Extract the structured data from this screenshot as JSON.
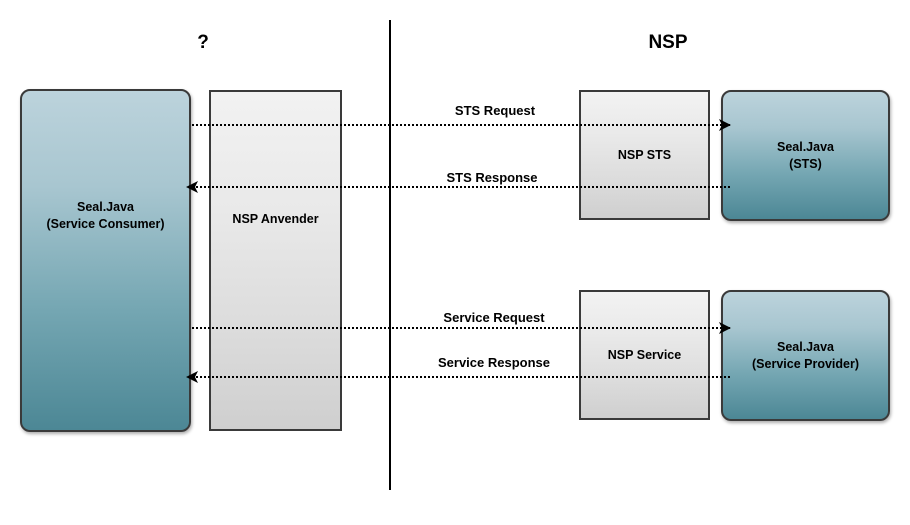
{
  "diagram": {
    "title_left": "?",
    "title_right": "NSP",
    "nodes": [
      {
        "id": "consumer",
        "label": "Seal.Java\n(Service Consumer)",
        "line1": "Seal.Java",
        "line2": "(Service Consumer)",
        "style": "teal"
      },
      {
        "id": "anvender",
        "label": "NSP Anvender",
        "line1": "NSP Anvender",
        "line2": "",
        "style": "gray"
      },
      {
        "id": "nsp-sts",
        "label": "NSP STS",
        "line1": "NSP STS",
        "line2": "",
        "style": "gray"
      },
      {
        "id": "seal-sts",
        "label": "Seal.Java\n(STS)",
        "line1": "Seal.Java",
        "line2": "(STS)",
        "style": "teal"
      },
      {
        "id": "nsp-svc",
        "label": "NSP Service",
        "line1": "NSP Service",
        "line2": "",
        "style": "gray"
      },
      {
        "id": "seal-sp",
        "label": "Seal.Java\n(Service Provider)",
        "line1": "Seal.Java",
        "line2": "(Service Provider)",
        "style": "teal"
      }
    ],
    "flows": [
      {
        "id": "sts-request",
        "label": "STS Request",
        "direction": "right"
      },
      {
        "id": "sts-response",
        "label": "STS Response",
        "direction": "left"
      },
      {
        "id": "service-request",
        "label": "Service Request",
        "direction": "right"
      },
      {
        "id": "service-response",
        "label": "Service Response",
        "direction": "left"
      }
    ],
    "colors": {
      "teal_top": "#bcd3dc",
      "teal_bottom": "#4c8795",
      "gray_top": "#f2f2f2",
      "gray_bottom": "#cfcfcf",
      "stroke": "#3a3a3a",
      "line": "#000000",
      "background": "#ffffff"
    }
  }
}
